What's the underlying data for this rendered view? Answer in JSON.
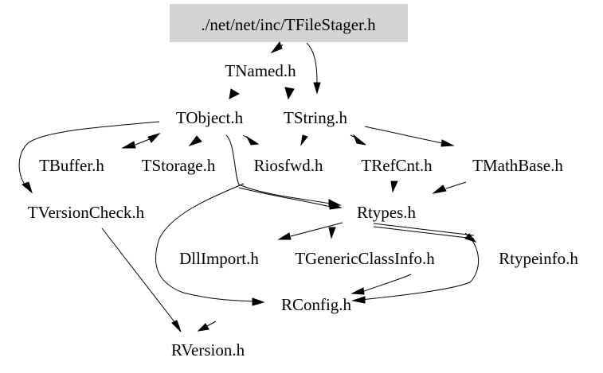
{
  "graph": {
    "root": "./net/net/inc/TFileStager.h",
    "highlight_color": "#d3d3d3",
    "nodes": [
      {
        "id": "root",
        "label": "./net/net/inc/TFileStager.h"
      },
      {
        "id": "tnamed",
        "label": "TNamed.h"
      },
      {
        "id": "tobject",
        "label": "TObject.h"
      },
      {
        "id": "tstring",
        "label": "TString.h"
      },
      {
        "id": "tbuffer",
        "label": "TBuffer.h"
      },
      {
        "id": "tstorage",
        "label": "TStorage.h"
      },
      {
        "id": "riosfwd",
        "label": "Riosfwd.h"
      },
      {
        "id": "trefcnt",
        "label": "TRefCnt.h"
      },
      {
        "id": "tmathbase",
        "label": "TMathBase.h"
      },
      {
        "id": "tversioncheck",
        "label": "TVersionCheck.h"
      },
      {
        "id": "rtypes",
        "label": "Rtypes.h"
      },
      {
        "id": "dllimport",
        "label": "DllImport.h"
      },
      {
        "id": "tgenericclassinfo",
        "label": "TGenericClassInfo.h"
      },
      {
        "id": "rtypeinfo",
        "label": "Rtypeinfo.h"
      },
      {
        "id": "rconfig",
        "label": "RConfig.h"
      },
      {
        "id": "rversion",
        "label": "RVersion.h"
      }
    ],
    "edges": [
      {
        "from": "root",
        "to": "tnamed"
      },
      {
        "from": "root",
        "to": "tstring"
      },
      {
        "from": "tnamed",
        "to": "tobject"
      },
      {
        "from": "tnamed",
        "to": "tstring"
      },
      {
        "from": "tobject",
        "to": "tbuffer"
      },
      {
        "from": "tbuffer",
        "to": "tobject"
      },
      {
        "from": "tobject",
        "to": "tstorage"
      },
      {
        "from": "tobject",
        "to": "riosfwd"
      },
      {
        "from": "tobject",
        "to": "rtypes"
      },
      {
        "from": "tobject",
        "to": "tversioncheck"
      },
      {
        "from": "tstring",
        "to": "riosfwd"
      },
      {
        "from": "tstring",
        "to": "trefcnt"
      },
      {
        "from": "tstring",
        "to": "tmathbase"
      },
      {
        "from": "tstring",
        "to": "rtypes"
      },
      {
        "from": "tstorage",
        "to": "rconfig"
      },
      {
        "from": "trefcnt",
        "to": "rtypes"
      },
      {
        "from": "tmathbase",
        "to": "rtypes"
      },
      {
        "from": "rtypes",
        "to": "dllimport"
      },
      {
        "from": "rtypes",
        "to": "tgenericclassinfo"
      },
      {
        "from": "rtypes",
        "to": "rtypeinfo"
      },
      {
        "from": "rtypes",
        "to": "rconfig"
      },
      {
        "from": "rtypeinfo",
        "to": "rconfig"
      },
      {
        "from": "rconfig",
        "to": "rversion"
      },
      {
        "from": "tversioncheck",
        "to": "rversion"
      }
    ]
  }
}
